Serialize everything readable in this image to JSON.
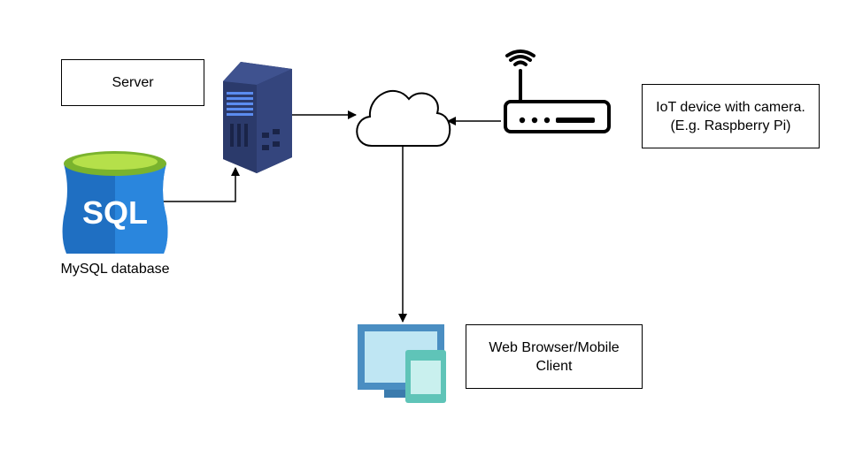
{
  "labels": {
    "server": "Server",
    "iot_line1": "IoT device with camera.",
    "iot_line2": "(E.g. Raspberry Pi)",
    "client_line1": "Web Browser/Mobile",
    "client_line2": "Client",
    "database": "MySQL database",
    "sql_badge": "SQL"
  },
  "icons": {
    "server": "server-rack-icon",
    "database": "sql-database-icon",
    "cloud": "cloud-icon",
    "router": "wifi-router-icon",
    "client": "monitor-tablet-icon"
  },
  "colors": {
    "server_dark": "#2b3a6b",
    "server_light": "#5b8cf0",
    "db_blue": "#1f6fc2",
    "db_top": "#9fd13a",
    "monitor": "#4a8ec2",
    "screen": "#bfe6f3",
    "tablet": "#5fc4b8"
  }
}
